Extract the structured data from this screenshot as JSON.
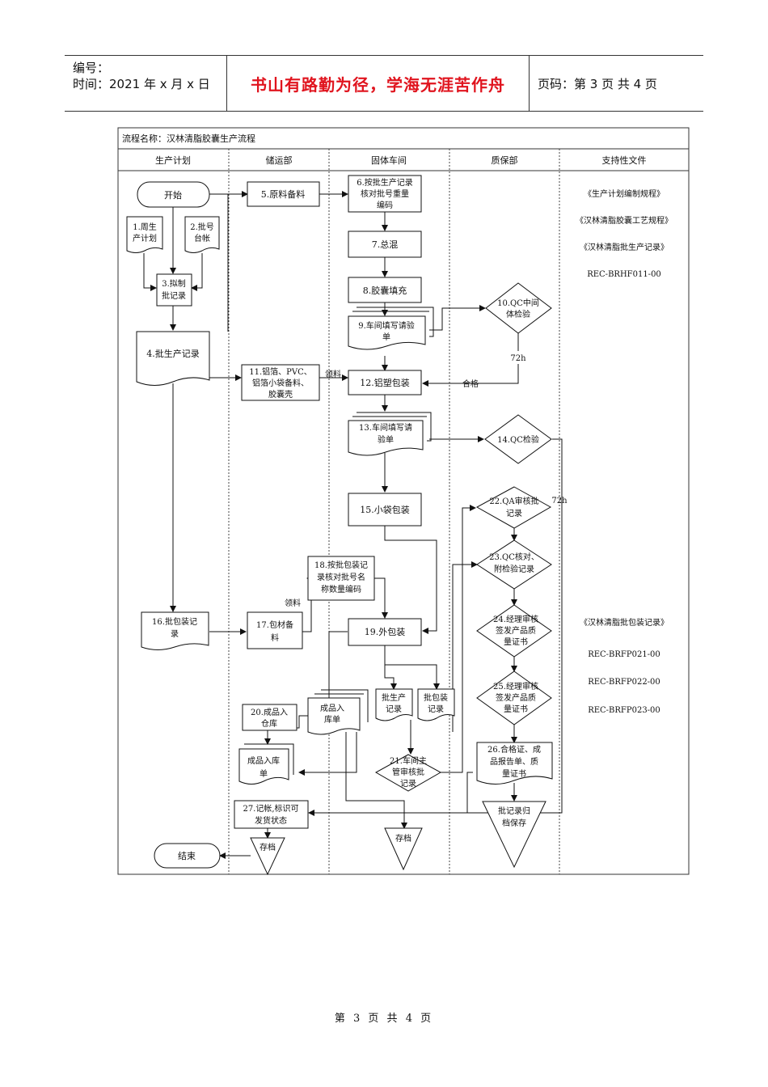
{
  "header": {
    "code_label": "编号：",
    "time_label": "时间：2021 年 x 月 x 日",
    "motto": "书山有路勤为径，学海无涯苦作舟",
    "page_info": "页码：第 3 页  共 4 页"
  },
  "flow": {
    "title": "流程名称：汉林清脂胶囊生产流程",
    "lanes": [
      "生产计划",
      "储运部",
      "固体车间",
      "质保部",
      "支持性文件"
    ],
    "support_docs": [
      "《生产计划编制规程》",
      "《汉林清脂胶囊工艺规程》",
      "《汉林清脂批生产记录》",
      "REC-BRHF011-00"
    ],
    "support_docs2": [
      "《汉林清脂批包装记录》",
      "REC-BRFP021-00",
      "REC-BRFP022-00",
      "REC-BRFP023-00"
    ],
    "nodes": {
      "start": "开始",
      "n1": [
        "1.周生",
        "产计划"
      ],
      "n2": [
        "2.批号",
        "台帐"
      ],
      "n3": [
        "3.拟制",
        "批记录"
      ],
      "n4": "4.批生产记录",
      "n5": "5.原料备料",
      "n6": [
        "6.按批生产记录",
        "核对批号重量",
        "编码"
      ],
      "n7": "7.总混",
      "n8": "8.胶囊填充",
      "n9": [
        "9.车间填写请验",
        "单"
      ],
      "n10": [
        "10.QC中间",
        "体检验"
      ],
      "n11": [
        "11.铝箔、PVC、",
        "铝箔小袋备料、",
        "胶囊壳"
      ],
      "n12": "12.铝塑包装",
      "n13": [
        "13.车间填写请",
        "验单"
      ],
      "n14": "14.QC检验",
      "n15": "15.小袋包装",
      "n16": [
        "16.批包装记",
        "录"
      ],
      "n17": [
        "17.包材备",
        "料"
      ],
      "n18": [
        "18.按批包装记",
        "录核对批号名",
        "称数量编码"
      ],
      "n19": "19.外包装",
      "n20": [
        "20.成品入",
        "仓库"
      ],
      "warehouse_slip": [
        "成品入",
        "库单"
      ],
      "warehouse_slip2": [
        "成品入库",
        "单"
      ],
      "batch_prod_rec": [
        "批生产",
        "记录"
      ],
      "batch_pack_rec": [
        "批包装",
        "记录"
      ],
      "n21": [
        "21.车间主",
        "管审核批",
        "记录"
      ],
      "n22": [
        "22.QA审核批",
        "记录"
      ],
      "n23": [
        "23.QC核对、",
        "附检验记录"
      ],
      "n24": [
        "24.经理审核",
        "签发产品质",
        "量证书"
      ],
      "n25": [
        "25.经理审核",
        "签发产品质",
        "量证书"
      ],
      "n26": [
        "26.合格证、成",
        "品报告单、质",
        "量证书"
      ],
      "n27": [
        "27.记帐,标识可",
        "发货状态"
      ],
      "archive1": "存档",
      "archive2": "存档",
      "archive3": [
        "批记录归",
        "档保存"
      ],
      "end": "结束"
    },
    "labels": {
      "lingliao1": "领料",
      "lingliao2": "领料",
      "hege": "合格",
      "h72a": "72h",
      "h72b": "72h"
    }
  },
  "footer": "第 3 页 共 4 页"
}
